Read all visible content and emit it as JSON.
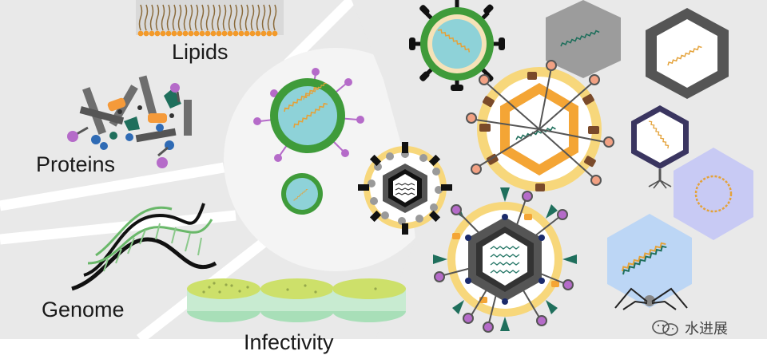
{
  "labels": {
    "lipids": "Lipids",
    "proteins": "Proteins",
    "genome": "Genome",
    "infectivity": "Infectivity"
  },
  "watermark": {
    "text": "水进展",
    "icon": "wechat-icon"
  },
  "colors": {
    "panel_bg": "#e9e9e9",
    "divider": "#ffffff",
    "capsid_green": "#3f9b3a",
    "inner_cyan": "#8ed2d8",
    "envelope_yellow": "#f7d77b",
    "capsid_orange": "#f4a535",
    "capsid_gray": "#777777",
    "phage_blue": "#bcd6f5",
    "phage_lavender": "#c8caf4",
    "rna_orange": "#e4a23a",
    "rna_teal": "#2a7a6a",
    "spike_purple": "#b56bc9",
    "spike_dark": "#222222",
    "protein_orange": "#f59a3a",
    "protein_blue": "#2f6bb5",
    "protein_teal": "#1f6f5c",
    "agar_green": "#c9e26a"
  }
}
